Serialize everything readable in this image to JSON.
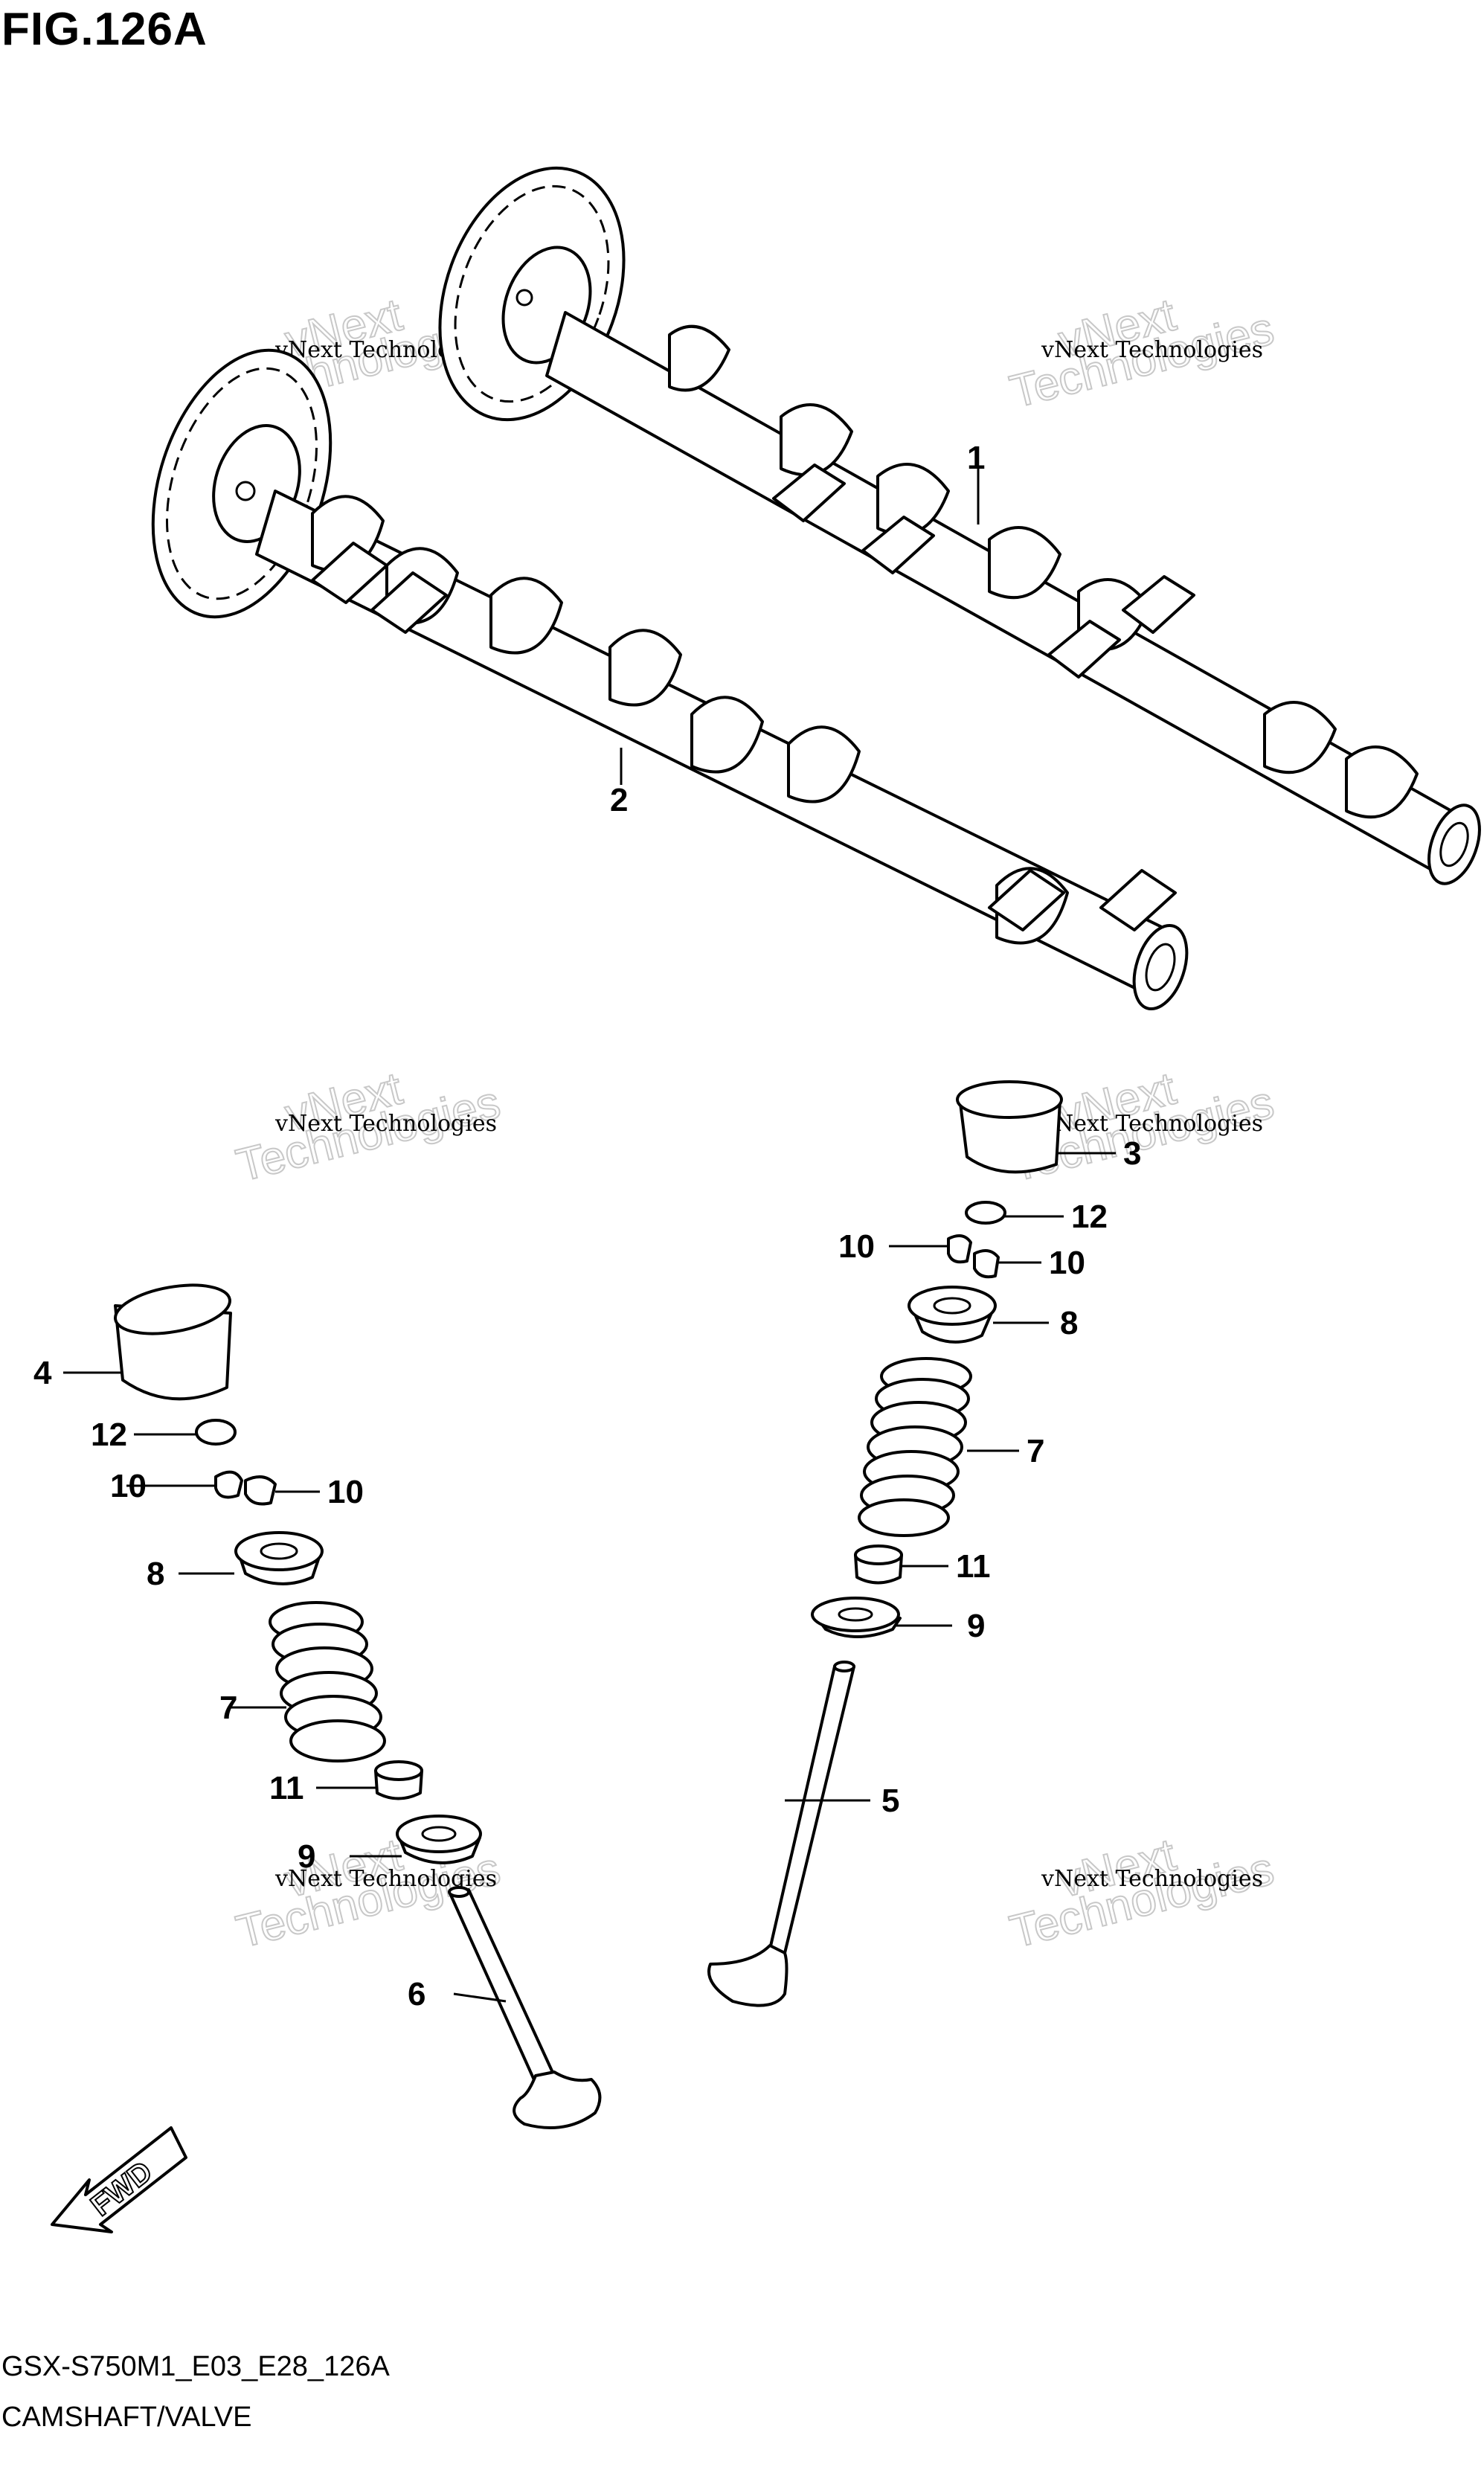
{
  "figure": {
    "title": "FIG.126A",
    "code": "GSX-S750M1_E03_E28_126A",
    "description": "CAMSHAFT/VALVE"
  },
  "watermark": {
    "line1": "vNext Technologies",
    "overlay1": "vNext",
    "overlay2": "Technologies"
  },
  "fwd_label": "FWD",
  "callouts": {
    "c1": "1",
    "c2": "2",
    "c3": "3",
    "c4": "4",
    "c5": "5",
    "c6": "6",
    "c7_right": "7",
    "c7_left": "7",
    "c8_right": "8",
    "c8_left": "8",
    "c9_right": "9",
    "c9_left": "9",
    "c10_right_a": "10",
    "c10_right_b": "10",
    "c10_left_a": "10",
    "c10_left_b": "10",
    "c11_right": "11",
    "c11_left": "11",
    "c12_right": "12",
    "c12_left": "12"
  },
  "parts": [
    {
      "no": "1",
      "name": "camshaft-exhaust"
    },
    {
      "no": "2",
      "name": "camshaft-intake"
    },
    {
      "no": "3",
      "name": "tappet"
    },
    {
      "no": "4",
      "name": "tappet"
    },
    {
      "no": "5",
      "name": "valve"
    },
    {
      "no": "6",
      "name": "valve"
    },
    {
      "no": "7",
      "name": "valve-spring"
    },
    {
      "no": "8",
      "name": "spring-retainer"
    },
    {
      "no": "9",
      "name": "spring-seat"
    },
    {
      "no": "10",
      "name": "cotter"
    },
    {
      "no": "11",
      "name": "stem-seal"
    },
    {
      "no": "12",
      "name": "shim"
    }
  ]
}
